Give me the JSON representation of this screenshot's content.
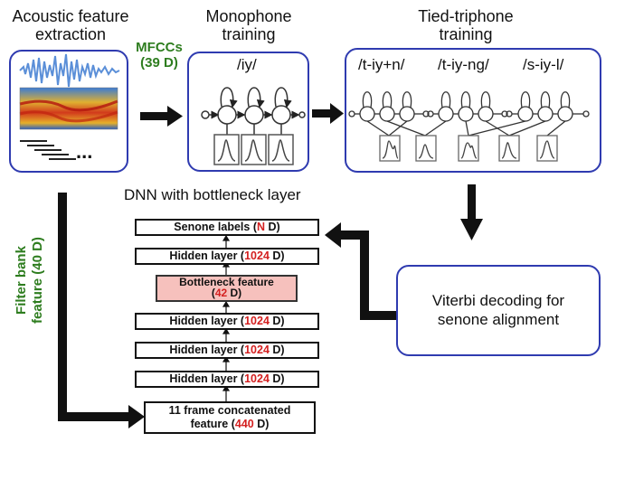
{
  "titles": {
    "acoustic_line1": "Acoustic feature",
    "acoustic_line2": "extraction",
    "mono_line1": "Monophone",
    "mono_line2": "training",
    "tied_line1": "Tied-triphone",
    "tied_line2": "training",
    "dnn": "DNN with bottleneck layer"
  },
  "labels": {
    "mfcc_line1": "MFCCs",
    "mfcc_line2": "(39 D)",
    "filterbank_line1": "Filter bank",
    "filterbank_line2": "feature (40 D)",
    "ellipsis": "..."
  },
  "phones": {
    "mono": "/iy/",
    "tri1": "/t-iy+n/",
    "tri2": "/t-iy-ng/",
    "tri3": "/s-iy-l/"
  },
  "viterbi": {
    "line1": "Viterbi decoding for",
    "line2": "senone alignment"
  },
  "dnn_layers": [
    {
      "pre": "Senone labels (",
      "num": "N",
      "post": " D)"
    },
    {
      "pre": "Hidden layer (",
      "num": "1024",
      "post": " D)"
    },
    {
      "pre": "Bottleneck feature",
      "pre2": "(",
      "num": "42",
      "post": " D)"
    },
    {
      "pre": "Hidden layer (",
      "num": "1024",
      "post": " D)"
    },
    {
      "pre": "Hidden layer (",
      "num": "1024",
      "post": " D)"
    },
    {
      "pre": "Hidden layer (",
      "num": "1024",
      "post": " D)"
    },
    {
      "pre": "11 frame concatenated",
      "pre2": "feature (",
      "num": "440",
      "post": " D)"
    }
  ],
  "colors": {
    "panel_border": "#2f3bb0",
    "green_text": "#2e7d1f",
    "red_number": "#d42020",
    "bottleneck_fill": "#f6c1bd"
  }
}
